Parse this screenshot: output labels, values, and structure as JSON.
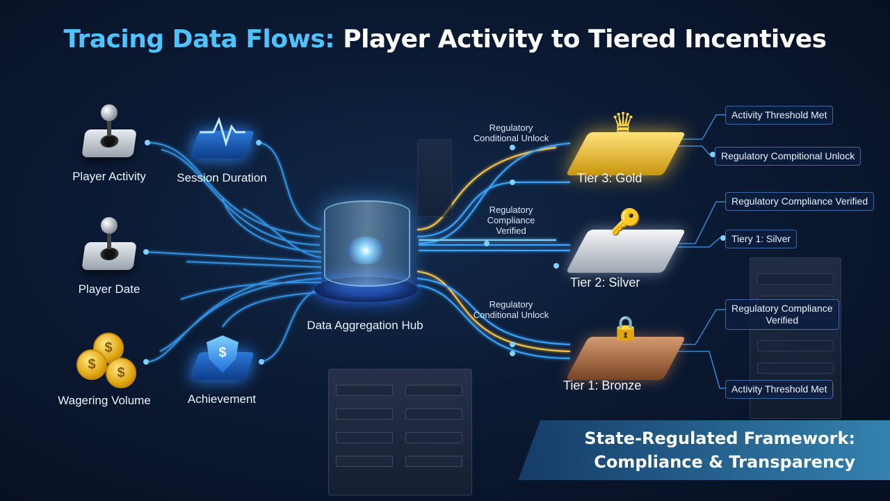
{
  "title": {
    "part1": "Tracing Data Flows:",
    "part2": "Player Activity to Tiered Incentives"
  },
  "inputs": [
    {
      "label": "Player Activity",
      "icon": "joystick-icon"
    },
    {
      "label": "Session Duration",
      "icon": "heartbeat-icon"
    },
    {
      "label": "Player Date",
      "icon": "joystick-icon"
    },
    {
      "label": "Wagering Volume",
      "icon": "coins-icon"
    },
    {
      "label": "Achievement",
      "icon": "shield-dollar-icon"
    }
  ],
  "hub": {
    "label": "Data Aggregation Hub"
  },
  "flow_labels": {
    "top_line1": "Regulatory",
    "top_line2": "Conditional Unlock",
    "mid_line1": "Regulatory",
    "mid_line2": "Compliance",
    "mid_line3": "Verified",
    "low_line1": "Regulatory",
    "low_line2": "Conditional Unlock"
  },
  "tiers": [
    {
      "label": "Tier 3: Gold",
      "symbol": "♛",
      "symbol_name": "crown-icon"
    },
    {
      "label": "Tier 2: Silver",
      "symbol": "🔑",
      "symbol_name": "key-icon"
    },
    {
      "label": "Tier 1: Bronze",
      "symbol": "🔒",
      "symbol_name": "lock-icon"
    }
  ],
  "callouts": {
    "gold_a": "Activity Threshold Met",
    "gold_b": "Regulatory Compitional Unlock",
    "silver_a": "Regulatory Compliance Verified",
    "silver_b": "Tiery 1: Silver",
    "bronze_a1": "Regulatory Compliance",
    "bronze_a2": "Verified",
    "bronze_b": "Activity Threshold Met"
  },
  "banner": {
    "line1": "State-Regulated Framework:",
    "line2": "Compliance & Transparency"
  },
  "colors": {
    "accent": "#4fc3ff",
    "wire_blue": "#3aa6ff",
    "wire_gold": "#ffc94a",
    "background": "#0b1a33"
  }
}
